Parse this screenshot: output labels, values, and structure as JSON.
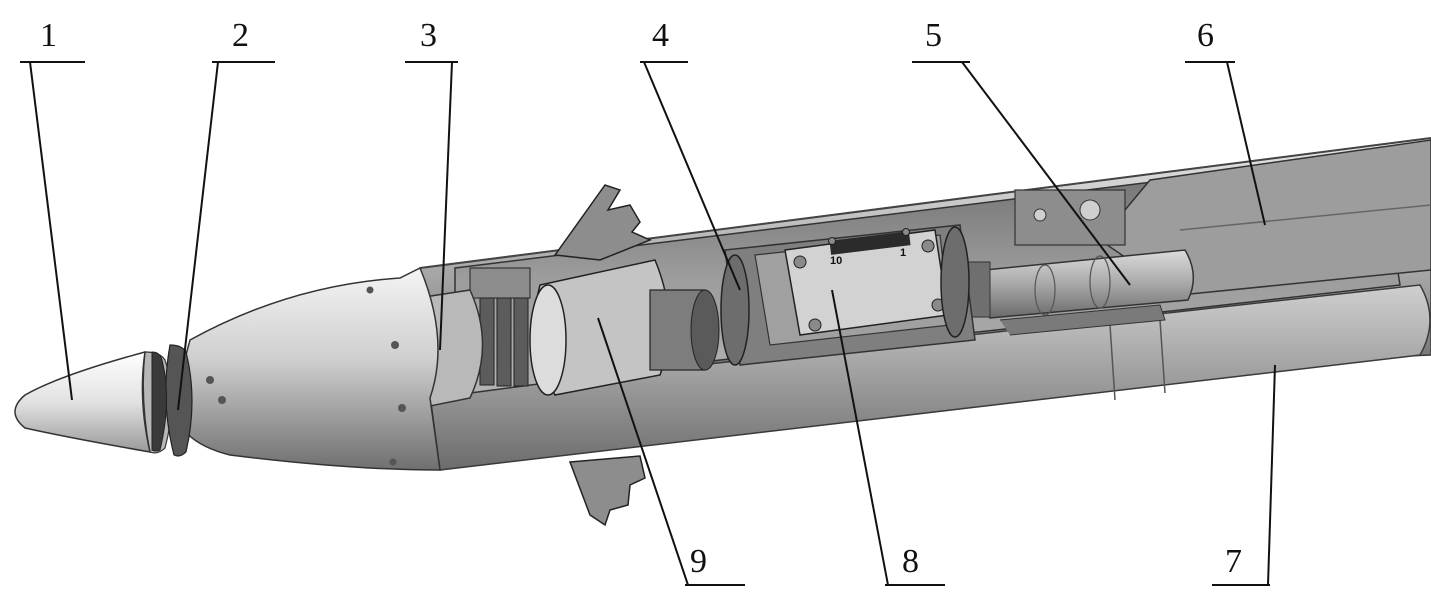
{
  "callouts": [
    {
      "id": "1",
      "label": "1"
    },
    {
      "id": "2",
      "label": "2"
    },
    {
      "id": "3",
      "label": "3"
    },
    {
      "id": "4",
      "label": "4"
    },
    {
      "id": "5",
      "label": "5"
    },
    {
      "id": "6",
      "label": "6"
    },
    {
      "id": "7",
      "label": "7"
    },
    {
      "id": "8",
      "label": "8"
    },
    {
      "id": "9",
      "label": "9"
    }
  ],
  "connector_plate": {
    "left_label": "10",
    "right_label": "1"
  }
}
